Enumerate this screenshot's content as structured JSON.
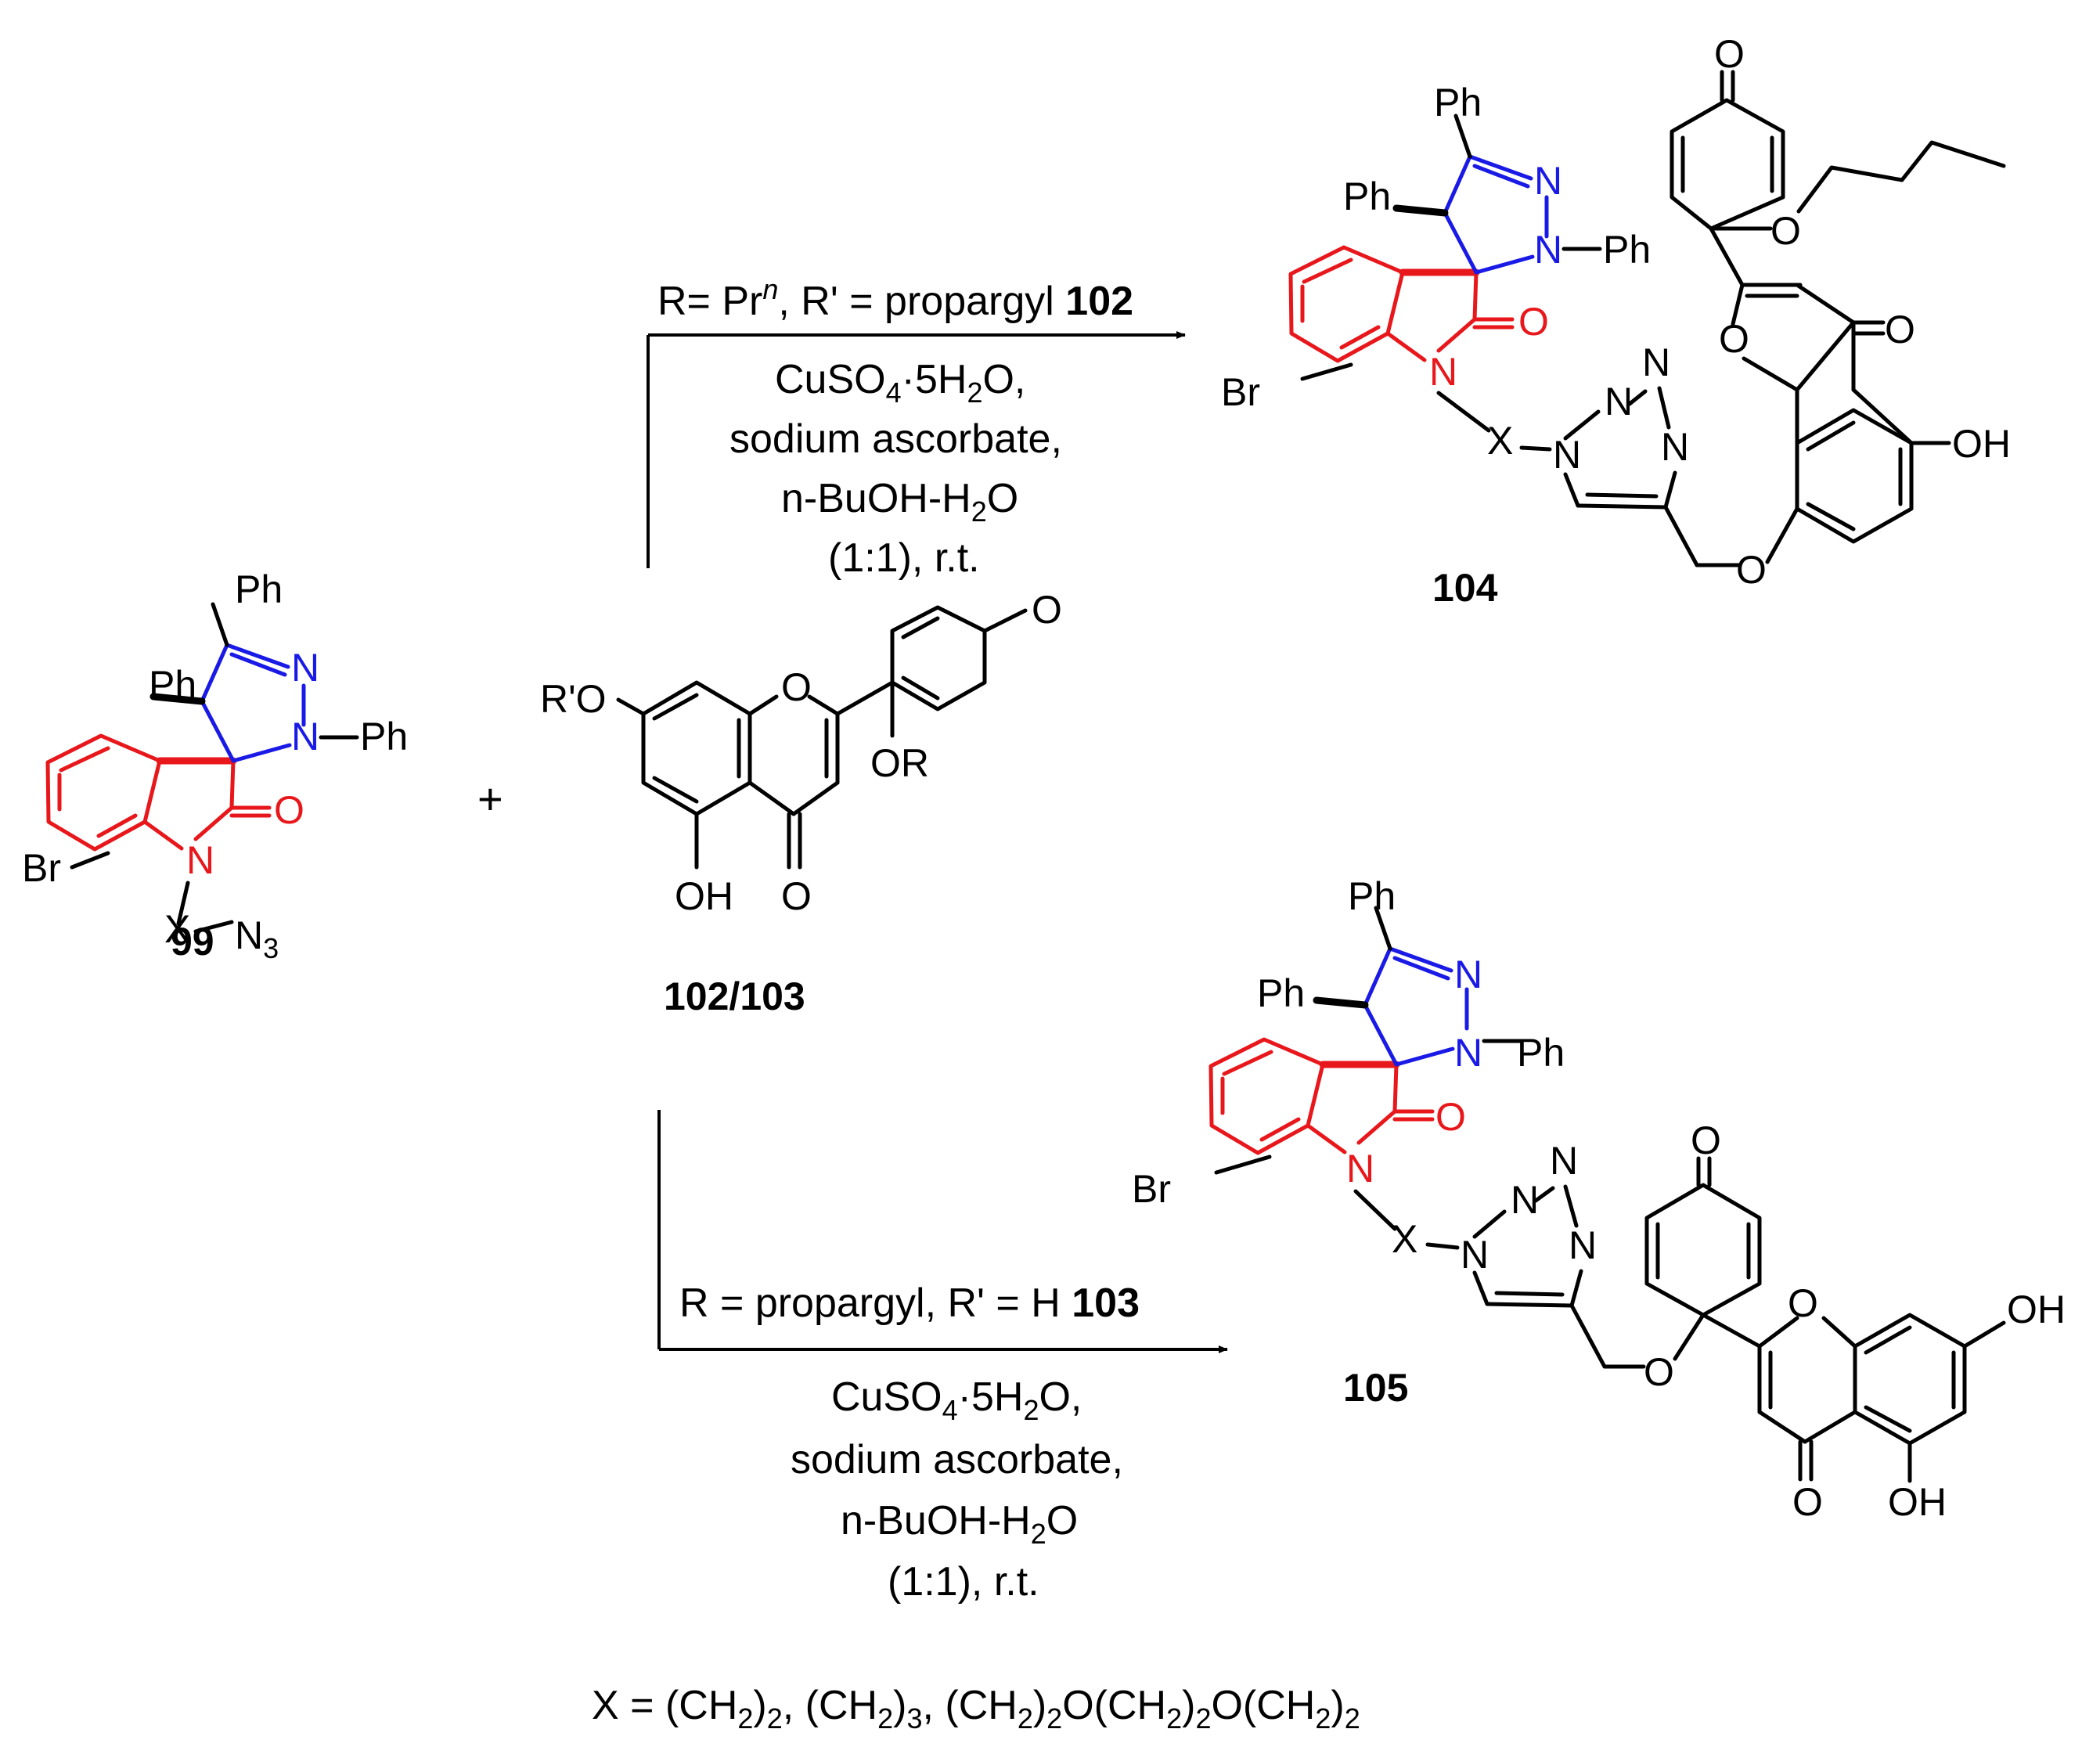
{
  "colors": {
    "isatin": "#e8171b",
    "pyrazoline": "#1a1ae6",
    "default": "#000000"
  },
  "compounds": {
    "c99": {
      "number": "99",
      "sub_br": "Br",
      "sub_o": "O",
      "sub_n": "N",
      "sub_x": "X",
      "sub_n3": "N",
      "sub_n3_sub": "3",
      "ph_top": "Ph",
      "ph_left": "Ph",
      "ph_right": "Ph",
      "n_pz1": "N",
      "n_pz2": "N"
    },
    "c102_103": {
      "number": "102/103",
      "ro": "R'O",
      "oh": "OH",
      "o_ring": "O",
      "o_keto": "O",
      "o_dienone": "O",
      "or": "OR"
    },
    "c104": {
      "number": "104",
      "br": "Br",
      "ph_top": "Ph",
      "ph_left": "Ph",
      "ph_right": "Ph",
      "o_oxindole": "O",
      "oh": "OH",
      "o_keto": "O",
      "o_dienone": "O",
      "o_ring": "O",
      "o_butoxy": "O",
      "o_link": "O",
      "x": "X"
    },
    "c105": {
      "number": "105",
      "br": "Br",
      "ph_top": "Ph",
      "ph_left": "Ph",
      "ph_right": "Ph",
      "o_oxindole": "O",
      "oh_top": "OH",
      "oh_bottom": "OH",
      "o_keto": "O",
      "o_dienone": "O",
      "o_ring": "O",
      "o_link": "O",
      "x": "X"
    }
  },
  "plus": "+",
  "reaction_top": {
    "line1_prefix": "R= Pr",
    "line1_sup": "n",
    "line1_mid": ", R' = propargyl ",
    "line1_ref": "102",
    "cond1_a": "CuSO",
    "cond1_sub1": "4",
    "cond1_b": "·5H",
    "cond1_sub2": "2",
    "cond1_c": "O,",
    "cond2": "sodium ascorbate,",
    "cond3_a": "n-BuOH-H",
    "cond3_sub": "2",
    "cond3_b": "O",
    "cond4": "(1:1), r.t."
  },
  "reaction_bottom": {
    "line1_prefix": "R = propargyl, R' = H ",
    "line1_ref": "103",
    "cond1_a": "CuSO",
    "cond1_sub1": "4",
    "cond1_b": "·5H",
    "cond1_sub2": "2",
    "cond1_c": "O,",
    "cond2": "sodium ascorbate,",
    "cond3_a": "n-BuOH-H",
    "cond3_sub": "2",
    "cond3_b": "O",
    "cond4": "(1:1), r.t."
  },
  "footer": {
    "p1": "X = (CH",
    "s1": "2",
    "p2": ")",
    "s2": "2",
    "p3": ", (CH",
    "s3": "2",
    "p4": ")",
    "s4": "3",
    "p5": ", (CH",
    "s5": "2",
    "p6": ")",
    "s6": "2",
    "p7": "O(CH",
    "s7": "2",
    "p8": ")",
    "s8": "2",
    "p9": "O(CH",
    "s9": "2",
    "p10": ")",
    "s10": "2"
  }
}
